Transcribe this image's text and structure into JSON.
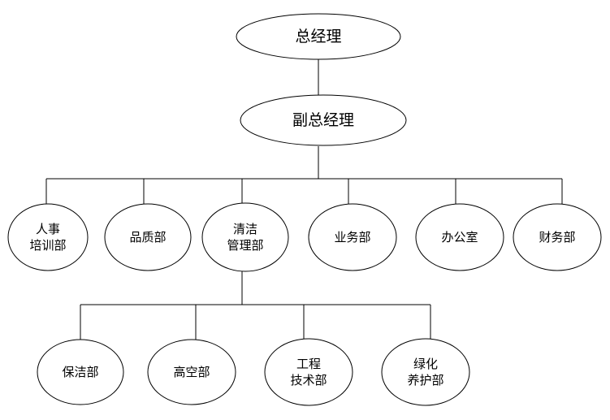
{
  "org_chart": {
    "top": {
      "label": "总经理"
    },
    "deputy": {
      "label": "副总经理"
    },
    "departments": [
      {
        "id": "hr",
        "label": "人事\n培训部"
      },
      {
        "id": "quality",
        "label": "品质部"
      },
      {
        "id": "cleaning",
        "label": "清洁\n管理部"
      },
      {
        "id": "business",
        "label": "业务部"
      },
      {
        "id": "office",
        "label": "办公室"
      },
      {
        "id": "finance",
        "label": "财务部"
      }
    ],
    "cleaning_subunits": [
      {
        "id": "janitorial",
        "label": "保洁部"
      },
      {
        "id": "high-altitude",
        "label": "高空部"
      },
      {
        "id": "engineering",
        "label": "工程\n技术部"
      },
      {
        "id": "greening",
        "label": "绿化\n养护部"
      }
    ]
  }
}
